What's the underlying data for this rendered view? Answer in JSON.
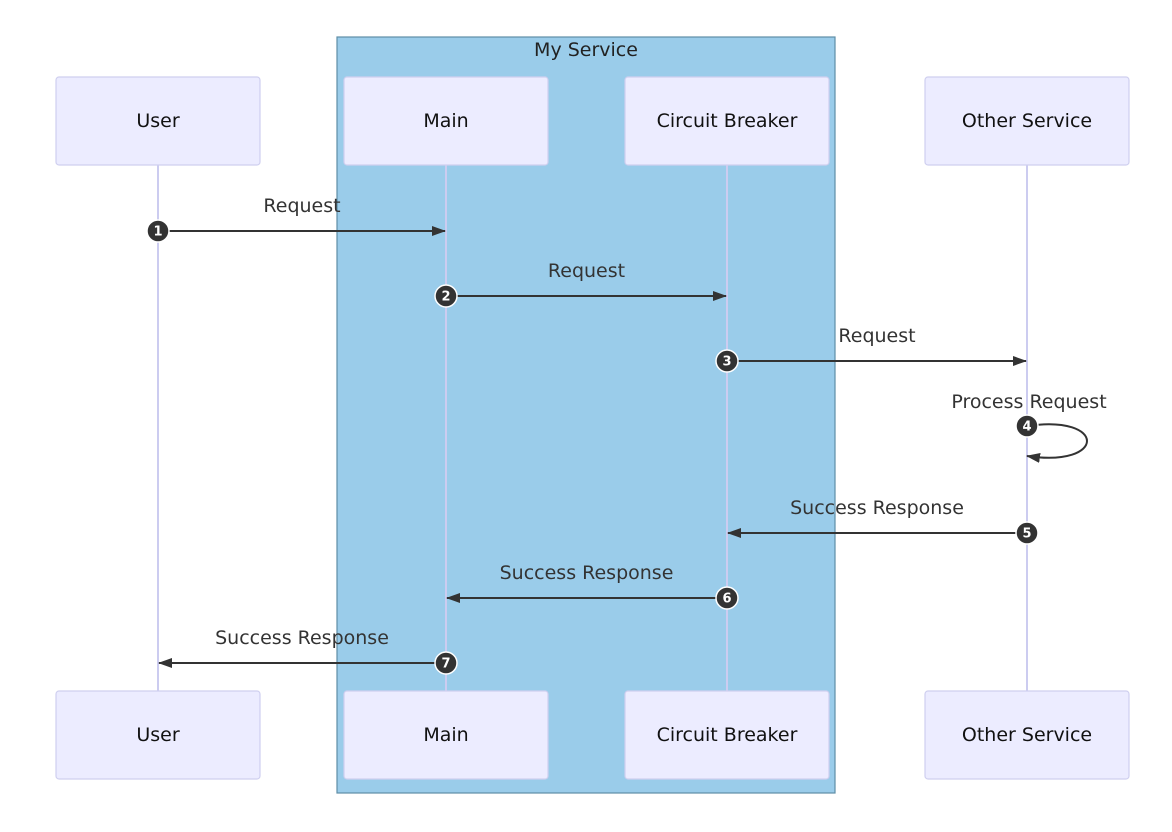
{
  "group": {
    "label": "My Service",
    "color": "#9ACCEA"
  },
  "participants": [
    {
      "id": "user",
      "label": "User"
    },
    {
      "id": "main",
      "label": "Main"
    },
    {
      "id": "cb",
      "label": "Circuit Breaker"
    },
    {
      "id": "other",
      "label": "Other Service"
    }
  ],
  "messages": [
    {
      "seq": "1",
      "from": "user",
      "to": "main",
      "label": "Request"
    },
    {
      "seq": "2",
      "from": "main",
      "to": "cb",
      "label": "Request"
    },
    {
      "seq": "3",
      "from": "cb",
      "to": "other",
      "label": "Request"
    },
    {
      "seq": "4",
      "from": "other",
      "to": "other",
      "label": "Process Request"
    },
    {
      "seq": "5",
      "from": "other",
      "to": "cb",
      "label": "Success Response"
    },
    {
      "seq": "6",
      "from": "cb",
      "to": "main",
      "label": "Success Response"
    },
    {
      "seq": "7",
      "from": "main",
      "to": "user",
      "label": "Success Response"
    }
  ]
}
